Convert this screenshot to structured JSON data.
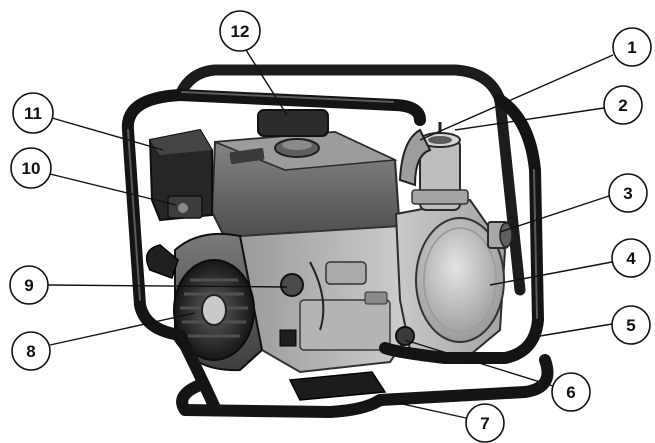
{
  "diagram": {
    "subject": "pump",
    "callouts": [
      {
        "id": "c1",
        "label": "1"
      },
      {
        "id": "c2",
        "label": "2"
      },
      {
        "id": "c3",
        "label": "3"
      },
      {
        "id": "c4",
        "label": "4"
      },
      {
        "id": "c5",
        "label": "5"
      },
      {
        "id": "c6",
        "label": "6"
      },
      {
        "id": "c7",
        "label": "7"
      },
      {
        "id": "c8",
        "label": "8"
      },
      {
        "id": "c9",
        "label": "9"
      },
      {
        "id": "c10",
        "label": "10"
      },
      {
        "id": "c11",
        "label": "11"
      },
      {
        "id": "c12",
        "label": "12"
      }
    ]
  }
}
